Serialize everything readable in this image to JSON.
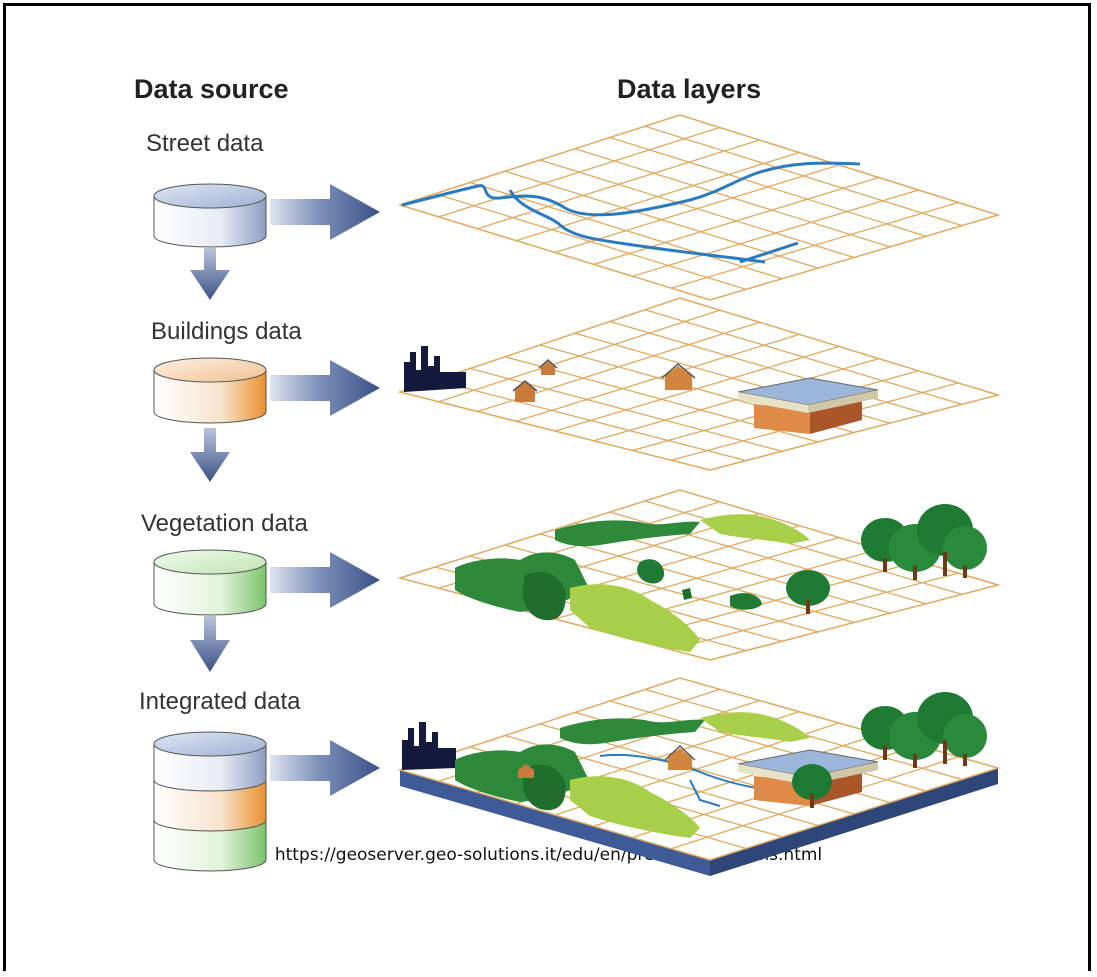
{
  "headers": {
    "data_source": "Data source",
    "data_layers": "Data layers"
  },
  "sources": [
    {
      "label": "Street data",
      "color": "#8fa3c8"
    },
    {
      "label": "Buildings data",
      "color": "#e8963f"
    },
    {
      "label": "Vegetation data",
      "color": "#8fcf7a"
    },
    {
      "label": "Integrated data",
      "color": "#8fa3c8"
    }
  ],
  "layers": [
    "street-layer",
    "buildings-layer",
    "vegetation-layer",
    "integrated-layer"
  ],
  "colors": {
    "grid": "#e0a960",
    "street": "#2a7bbf",
    "arrow": "#3b5288",
    "tree_dark": "#1f7a33",
    "tree_light": "#a9cf4a",
    "base": "#3e5a97"
  },
  "source_url": "https://geoserver.geo-solutions.it/edu/en/pretty_maps/wms.html"
}
